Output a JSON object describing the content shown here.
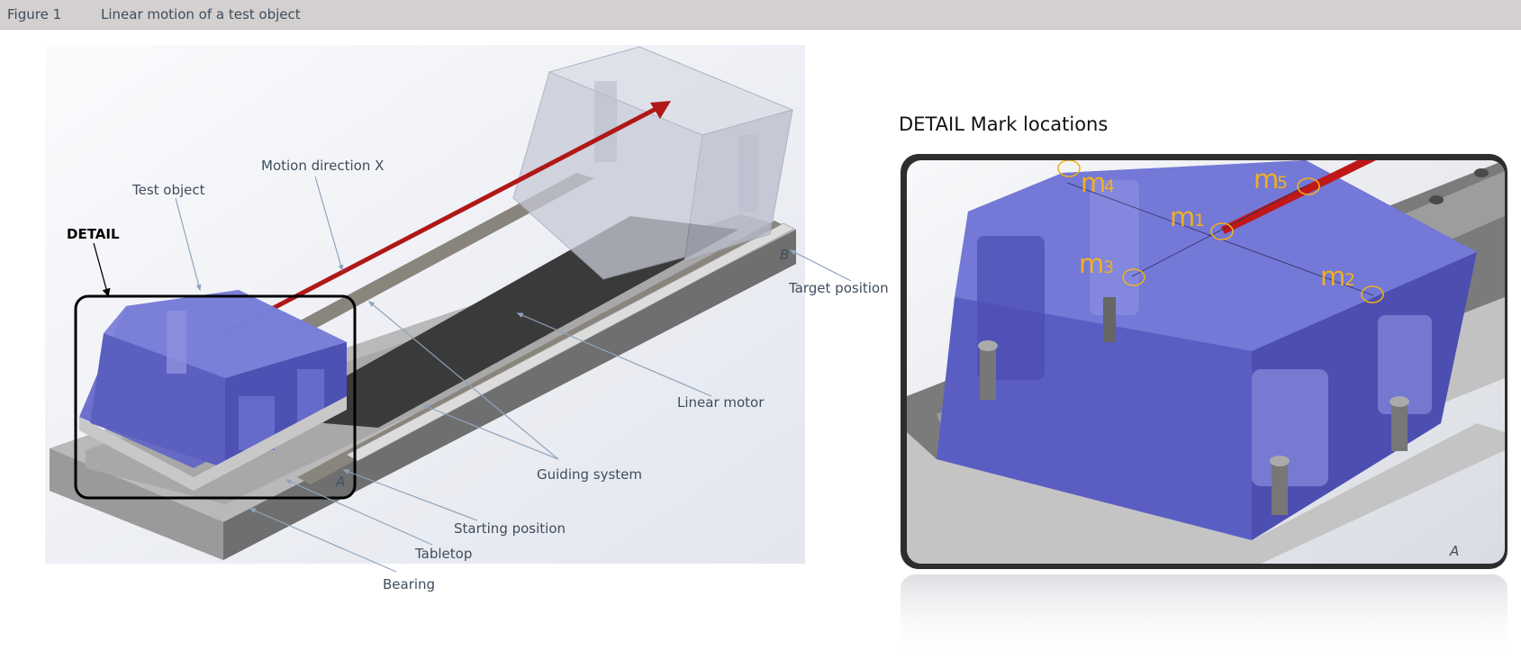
{
  "figure": {
    "number": "Figure 1",
    "title": "Linear motion of a test object"
  },
  "labels": {
    "detail": "DETAIL",
    "test_object": "Test object",
    "motion_direction": "Motion direction X",
    "target_position": "Target position",
    "linear_motor": "Linear motor",
    "guiding_system": "Guiding system",
    "starting_position": "Starting position",
    "tabletop": "Tabletop",
    "bearing": "Bearing"
  },
  "detail_panel": {
    "title": "DETAIL Mark locations",
    "marks": [
      {
        "letter": "m",
        "sub": "4"
      },
      {
        "letter": "m",
        "sub": "5"
      },
      {
        "letter": "m",
        "sub": "1"
      },
      {
        "letter": "m",
        "sub": "3"
      },
      {
        "letter": "m",
        "sub": "2"
      }
    ],
    "rail_letter_a": "A"
  },
  "model_letters": {
    "a": "A",
    "b": "B"
  },
  "colors": {
    "test_object": "#6b6fd0",
    "arrow": "#b01818",
    "marks": "#f0b020",
    "leader_lines": "#8fa4bd",
    "header_bg": "#d3d0cf"
  }
}
